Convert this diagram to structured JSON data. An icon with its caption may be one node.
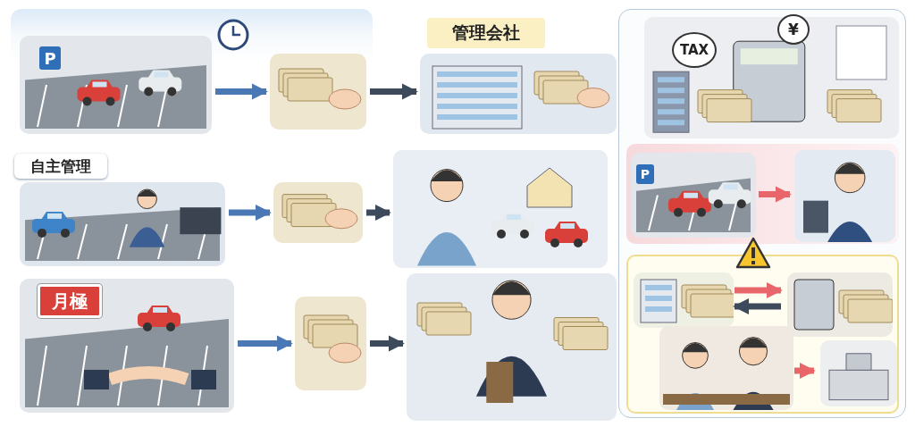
{
  "diagram": {
    "nodes": [
      {
        "text": [],
        "shape": "box"
      },
      {
        "text": [],
        "shape": "picture",
        "in": 0
      },
      {
        "text": [],
        "shape": "picture",
        "in": 0
      },
      {
        "text": [
          "自主管理"
        ],
        "in": 0
      },
      {
        "text": [],
        "shape": "picture",
        "in": 0
      },
      {
        "text": [],
        "shape": "picture",
        "in": 0
      },
      {
        "text": [],
        "shape": "picture",
        "in": 0
      },
      {
        "text": [
          "月極"
        ],
        "in": 6
      },
      {
        "text": [],
        "shape": "picture",
        "in": 0
      },
      {
        "text": [
          "管理会社"
        ]
      },
      {
        "text": [],
        "shape": "picture"
      },
      {
        "text": [],
        "shape": "picture"
      },
      {
        "text": [],
        "shape": "picture"
      },
      {
        "text": [],
        "shape": "box"
      },
      {
        "text": [],
        "shape": "picture",
        "in": 13
      },
      {
        "text": [],
        "shape": "box",
        "in": 13
      },
      {
        "text": [],
        "shape": "picture",
        "in": 15
      },
      {
        "text": [],
        "shape": "picture",
        "in": 15
      },
      {
        "text": [],
        "shape": "box",
        "in": 13
      },
      {
        "text": [],
        "shape": "picture",
        "in": 13
      },
      {
        "text": [],
        "shape": "picture",
        "in": 18
      },
      {
        "text": [],
        "shape": "picture",
        "in": 18
      },
      {
        "text": [],
        "shape": "picture",
        "in": 18
      },
      {
        "text": [],
        "shape": "picture",
        "in": 18
      }
    ],
    "edges": [
      {
        "from": 1,
        "to": 2,
        "arrow": "to",
        "color": "#4a78b5"
      },
      {
        "from": 4,
        "to": 5,
        "arrow": "to",
        "color": "#4a78b5"
      },
      {
        "from": 6,
        "to": 8,
        "arrow": "to",
        "color": "#4a78b5"
      },
      {
        "from": 2,
        "to": 10,
        "arrow": "to"
      },
      {
        "from": 5,
        "to": 11,
        "arrow": "to"
      },
      {
        "from": 8,
        "to": 12,
        "arrow": "to"
      },
      {
        "from": 16,
        "to": 17,
        "arrow": "to",
        "color": "#e8666a"
      },
      {
        "from": 20,
        "to": 21,
        "arrow": "to",
        "color": "#e8666a"
      },
      {
        "from": 21,
        "to": 20,
        "arrow": "to"
      },
      {
        "from": 22,
        "to": 23,
        "arrow": "to",
        "color": "#e8666a"
      }
    ],
    "labels": [
      "P",
      "TAX",
      "¥",
      "P"
    ]
  }
}
